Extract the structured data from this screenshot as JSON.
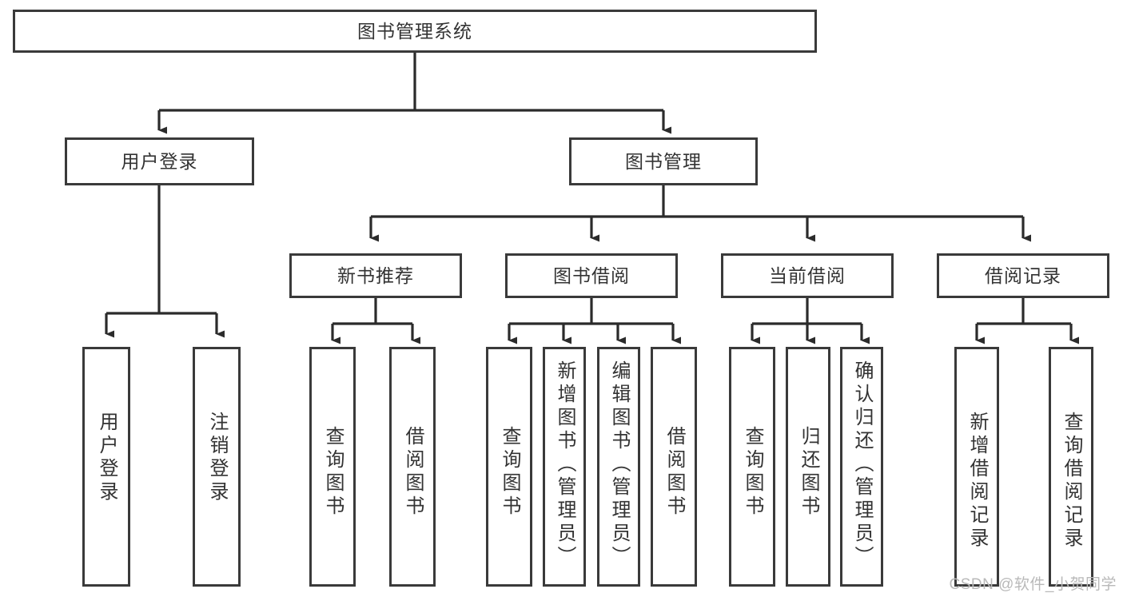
{
  "diagram": {
    "type": "tree-hierarchy",
    "title": "图书管理系统",
    "root": {
      "id": "root",
      "label": "图书管理系统"
    },
    "level2": [
      {
        "id": "user-login",
        "label": "用户登录"
      },
      {
        "id": "book-manage",
        "label": "图书管理"
      }
    ],
    "level3": [
      {
        "id": "new-book-recommend",
        "label": "新书推荐",
        "parent": "book-manage"
      },
      {
        "id": "book-borrow",
        "label": "图书借阅",
        "parent": "book-manage"
      },
      {
        "id": "current-borrow",
        "label": "当前借阅",
        "parent": "book-manage"
      },
      {
        "id": "borrow-record",
        "label": "借阅记录",
        "parent": "book-manage"
      }
    ],
    "leaves": [
      {
        "id": "leaf-user-login",
        "label": "用户登录",
        "parent": "user-login"
      },
      {
        "id": "leaf-logout",
        "label": "注销登录",
        "parent": "user-login"
      },
      {
        "id": "leaf-query-book-1",
        "label": "查询图书",
        "parent": "new-book-recommend"
      },
      {
        "id": "leaf-borrow-book-1",
        "label": "借阅图书",
        "parent": "new-book-recommend"
      },
      {
        "id": "leaf-query-book-2",
        "label": "查询图书",
        "parent": "book-borrow"
      },
      {
        "id": "leaf-add-book",
        "label": "新增图书（管理员）",
        "parent": "book-borrow"
      },
      {
        "id": "leaf-edit-book",
        "label": "编辑图书（管理员）",
        "parent": "book-borrow"
      },
      {
        "id": "leaf-borrow-book-2",
        "label": "借阅图书",
        "parent": "book-borrow"
      },
      {
        "id": "leaf-query-book-3",
        "label": "查询图书",
        "parent": "current-borrow"
      },
      {
        "id": "leaf-return-book",
        "label": "归还图书",
        "parent": "current-borrow"
      },
      {
        "id": "leaf-confirm-return",
        "label": "确认归还（管理员）",
        "parent": "current-borrow"
      },
      {
        "id": "leaf-add-record",
        "label": "新增借阅记录",
        "parent": "borrow-record"
      },
      {
        "id": "leaf-query-record",
        "label": "查询借阅记录",
        "parent": "borrow-record"
      }
    ],
    "colors": {
      "border": "#3a3a3a",
      "text": "#333333",
      "background": "#ffffff",
      "connector": "#2b2b2b",
      "watermark": "#b9b9b9"
    }
  },
  "watermark": {
    "text": "CSDN @软件_小贺同学"
  }
}
